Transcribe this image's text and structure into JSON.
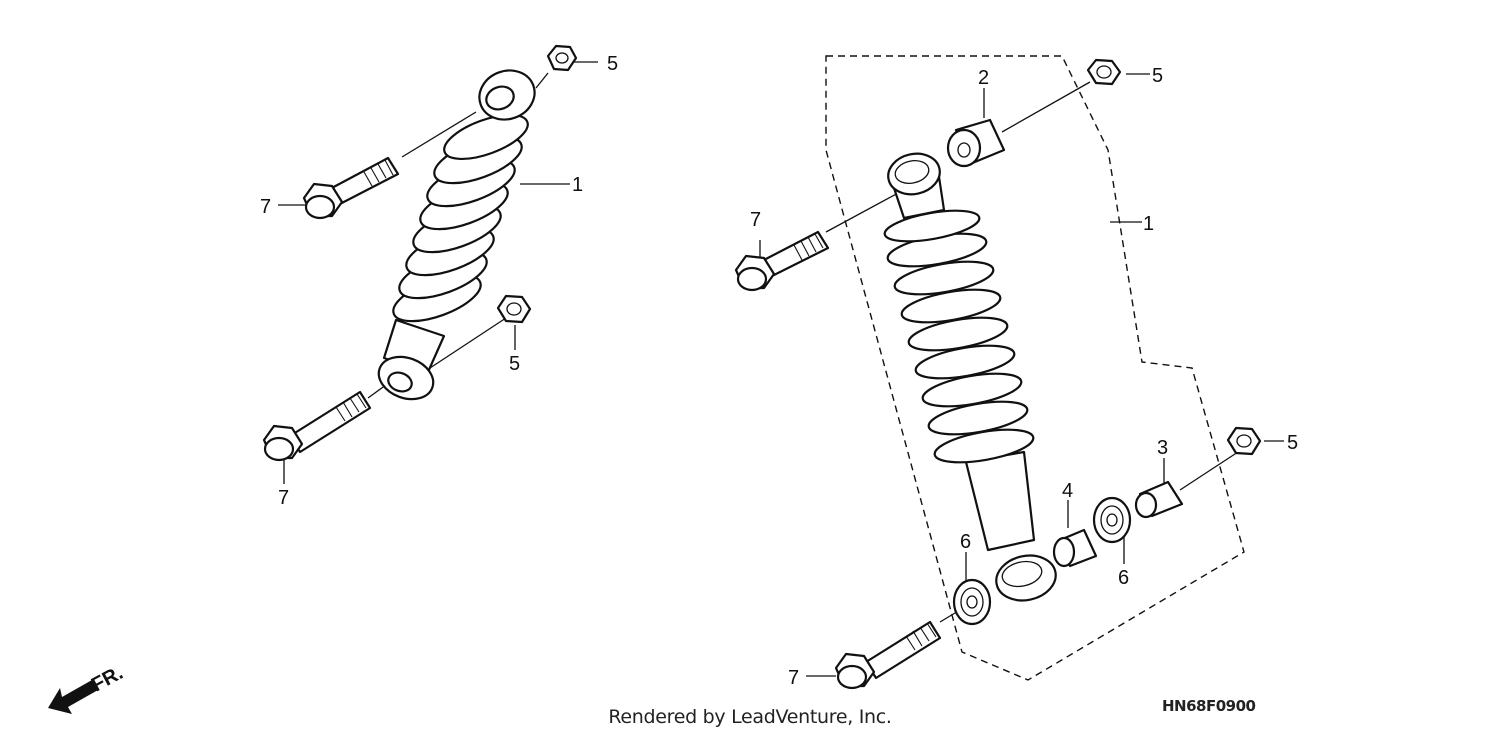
{
  "callouts": {
    "left_nut_top": "5",
    "left_shock": "1",
    "left_bolt_top": "7",
    "left_nut_bottom": "5",
    "left_bolt_bottom": "7",
    "right_nut_top": "5",
    "right_bushing_top": "2",
    "right_shock": "1",
    "right_bolt_top": "7",
    "right_nut_bottom": "5",
    "right_collar": "3",
    "right_spacer": "4",
    "right_bearing_right": "6",
    "right_bearing_left": "6",
    "right_bolt_bottom": "7"
  },
  "direction_label": "FR.",
  "footer_text": "Rendered by LeadVenture, Inc.",
  "diagram_code": "HN68F0900"
}
